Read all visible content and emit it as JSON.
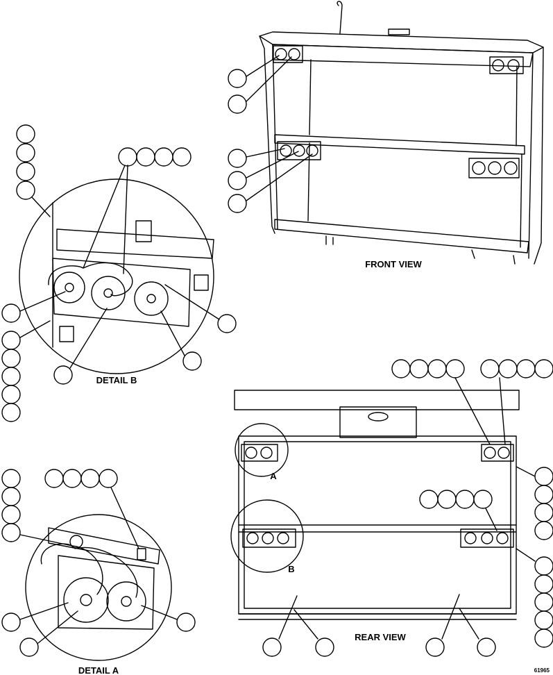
{
  "labels": {
    "front_view": "FRONT VIEW",
    "rear_view": "REAR VIEW",
    "detail_a": "DETAIL A",
    "detail_b": "DETAIL B",
    "detail_a_marker": "A",
    "detail_b_marker": "B",
    "figure_number": "61965"
  },
  "colors": {
    "ink": "#000000",
    "paper": "#ffffff"
  }
}
